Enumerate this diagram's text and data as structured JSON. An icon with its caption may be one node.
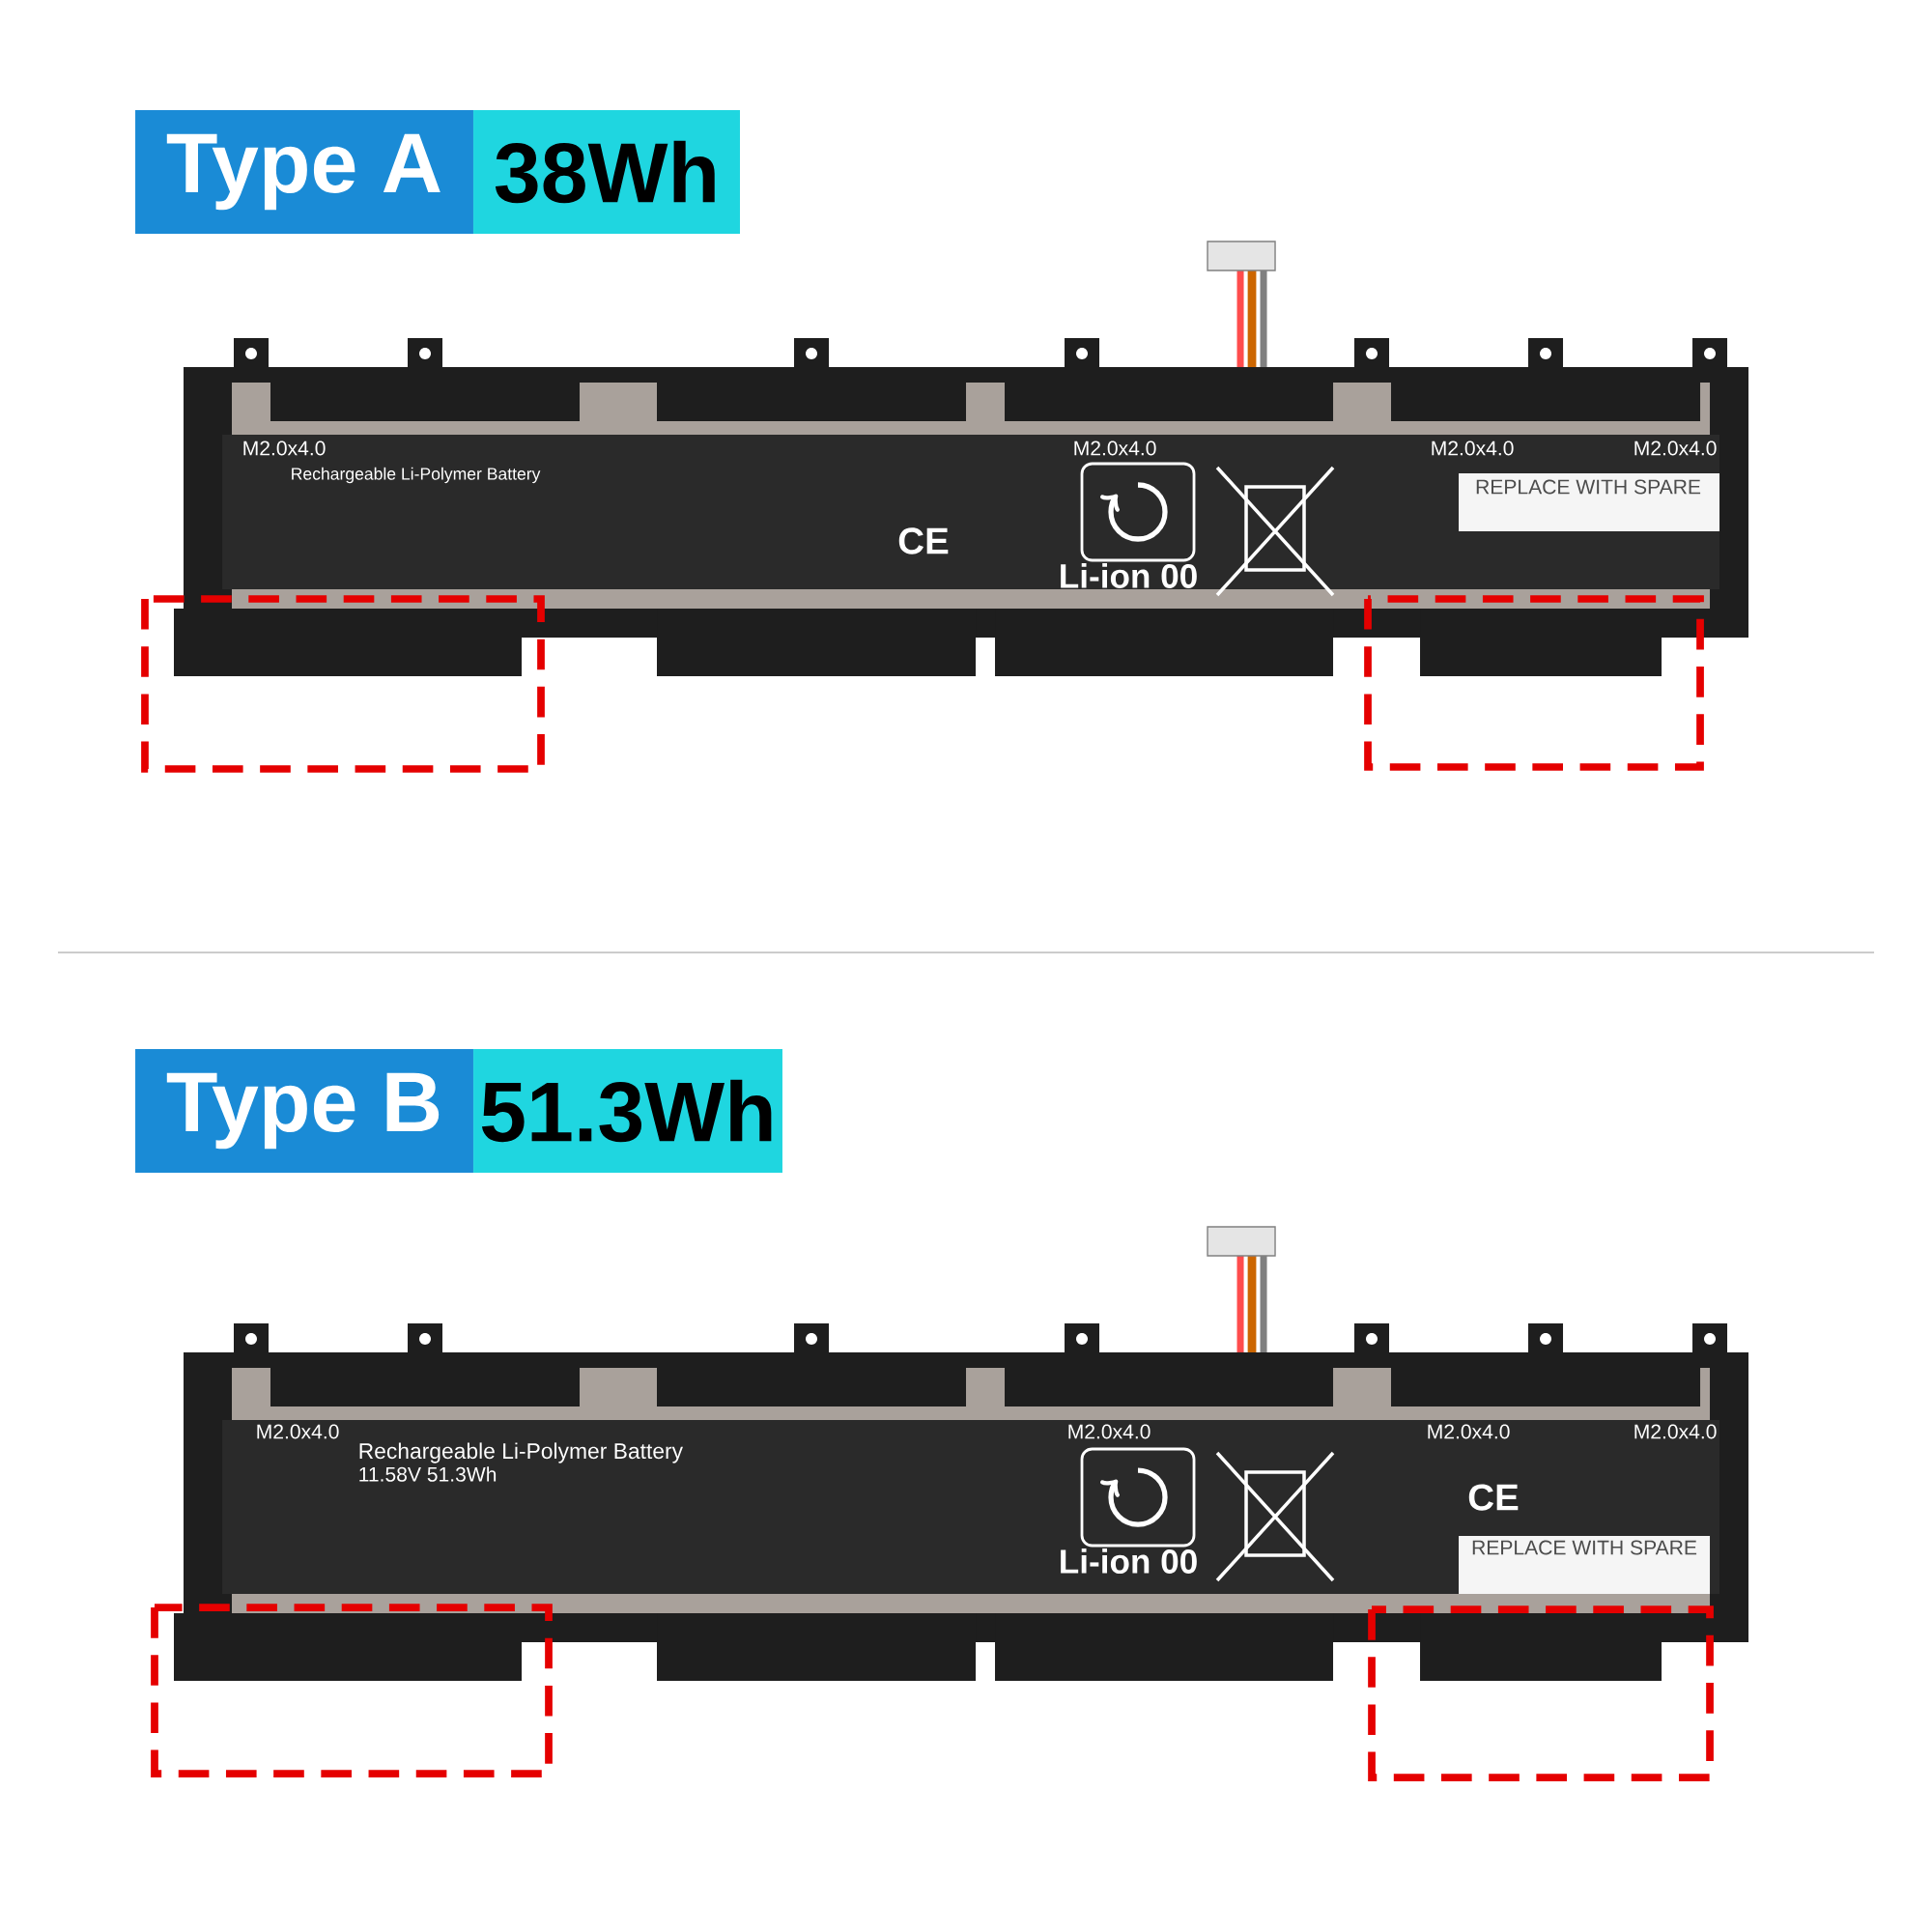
{
  "diagram": {
    "nodes": [
      {
        "text": [
          "Type A"
        ]
      },
      {
        "text": [
          "38Wh"
        ]
      },
      {
        "text": [
          "Type B"
        ]
      },
      {
        "text": [
          "51.3Wh"
        ]
      }
    ],
    "labels": [
      "M2.0x4.0",
      "Rechargeable Li-Polymer Battery",
      "M2.0x4.0",
      "Li-ion 00",
      "M2.0x4.0",
      "M2.0x4.0",
      "REPLACE WITH SPARE",
      "CE",
      "M2.0x4.0",
      "Rechargeable Li-Polymer Battery",
      "11.58V 51.3Wh",
      "M2.0x4.0",
      "Li-ion 00",
      "M2.0x4.0",
      "M2.0x4.0",
      "CE",
      "REPLACE WITH SPARE"
    ]
  }
}
